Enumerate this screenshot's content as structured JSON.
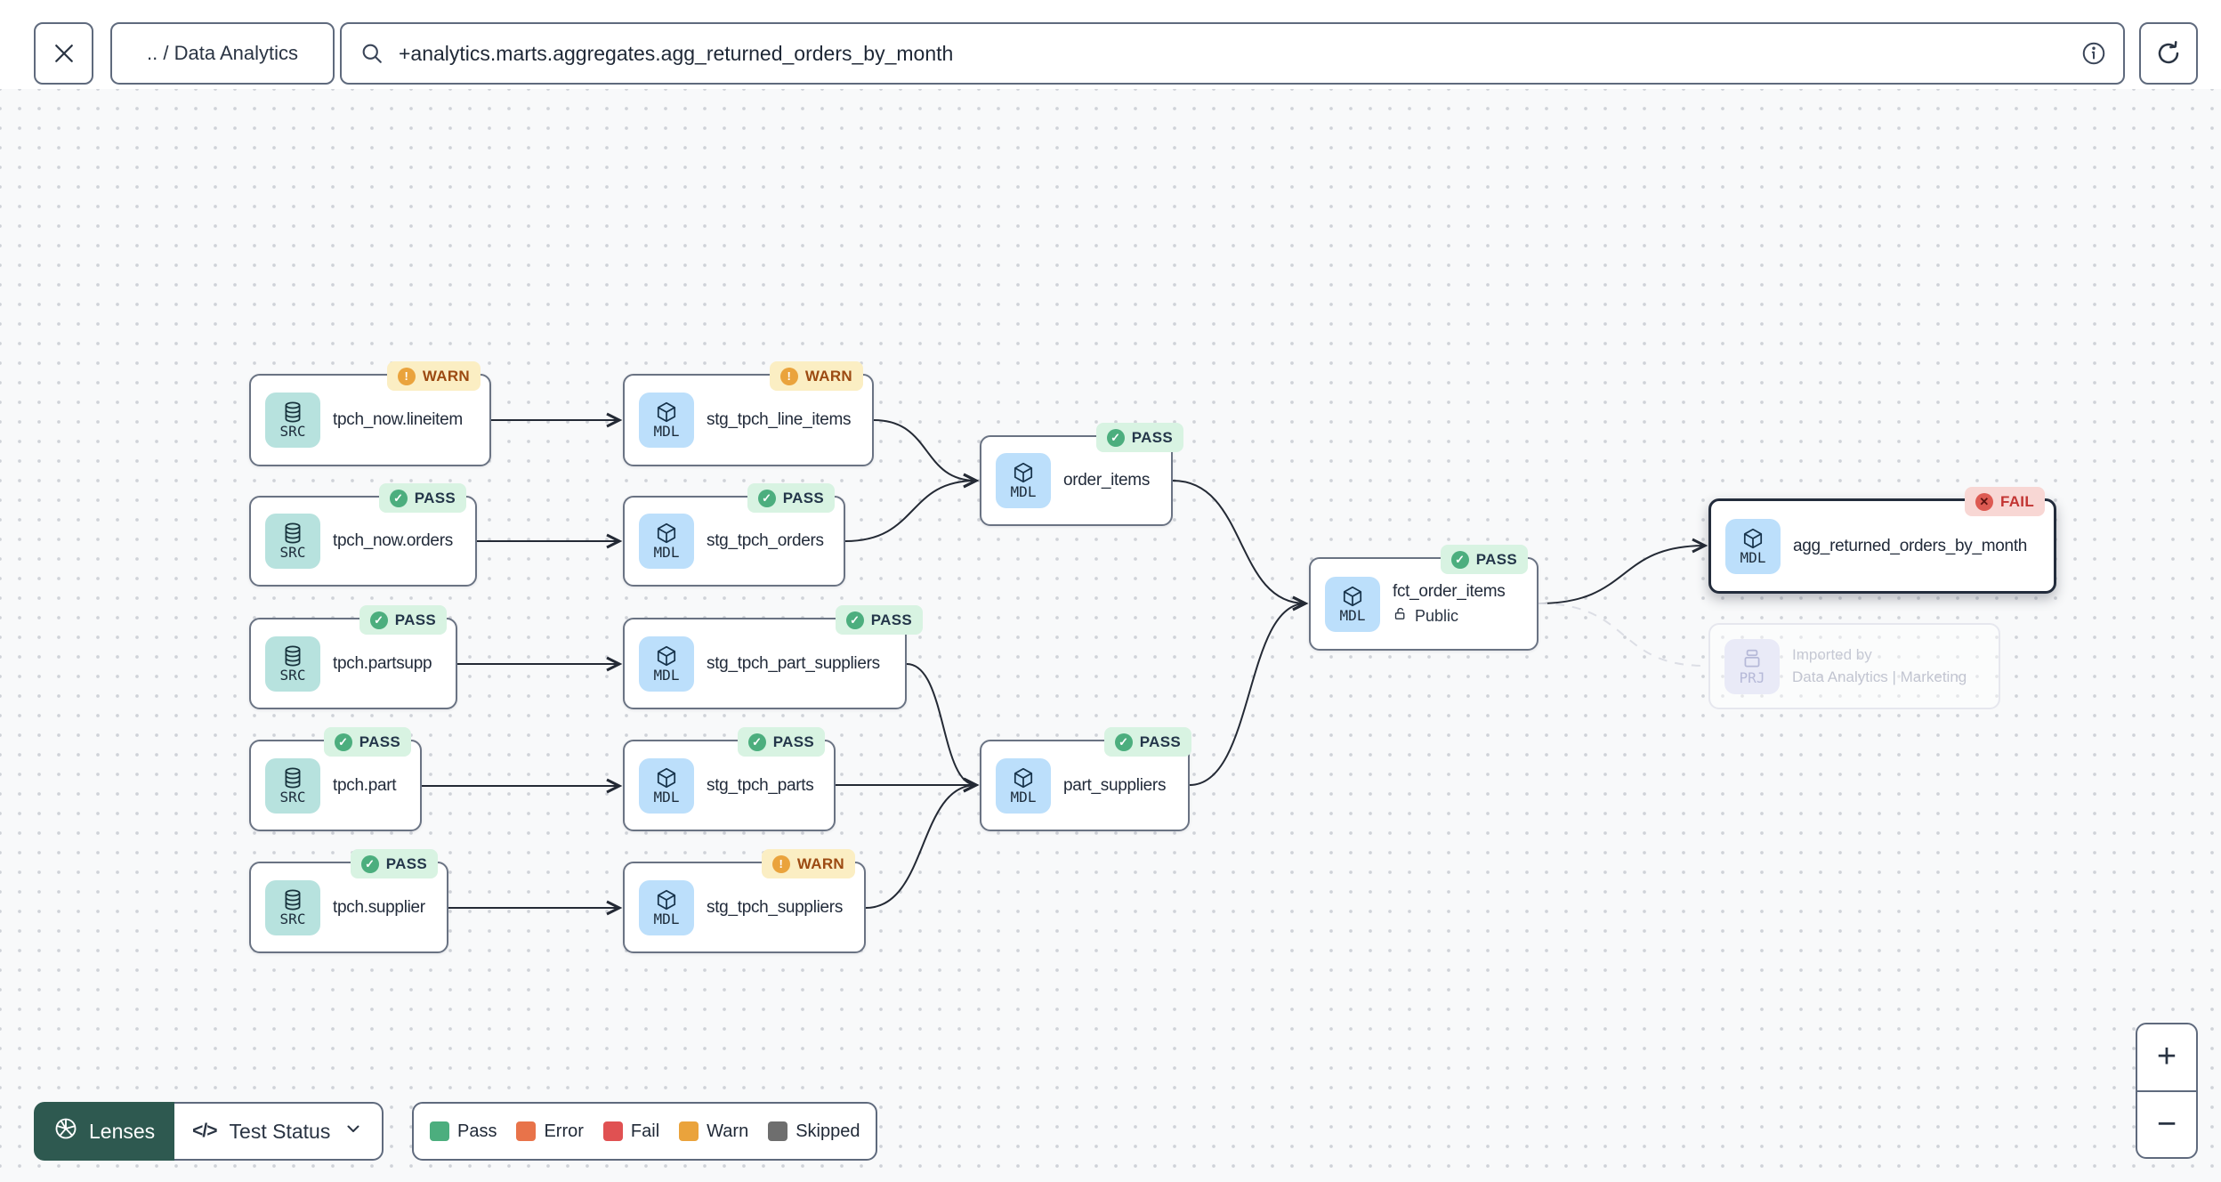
{
  "topbar": {
    "breadcrumb": ".. / Data Analytics",
    "search": {
      "value": "+analytics.marts.aggregates.agg_returned_orders_by_month"
    }
  },
  "graph": {
    "nodes": [
      {
        "type": "SRC",
        "label": "tpch_now.lineitem",
        "status": "WARN"
      },
      {
        "type": "SRC",
        "label": "tpch_now.orders",
        "status": "PASS"
      },
      {
        "type": "SRC",
        "label": "tpch.partsupp",
        "status": "PASS"
      },
      {
        "type": "SRC",
        "label": "tpch.part",
        "status": "PASS"
      },
      {
        "type": "SRC",
        "label": "tpch.supplier",
        "status": "PASS"
      },
      {
        "type": "MDL",
        "label": "stg_tpch_line_items",
        "status": "WARN"
      },
      {
        "type": "MDL",
        "label": "stg_tpch_orders",
        "status": "PASS"
      },
      {
        "type": "MDL",
        "label": "stg_tpch_part_suppliers",
        "status": "PASS"
      },
      {
        "type": "MDL",
        "label": "stg_tpch_parts",
        "status": "PASS"
      },
      {
        "type": "MDL",
        "label": "stg_tpch_suppliers",
        "status": "WARN"
      },
      {
        "type": "MDL",
        "label": "order_items",
        "status": "PASS"
      },
      {
        "type": "MDL",
        "label": "part_suppliers",
        "status": "PASS"
      },
      {
        "type": "MDL",
        "label": "fct_order_items",
        "status": "PASS",
        "access": "Public"
      },
      {
        "type": "MDL",
        "label": "agg_returned_orders_by_month",
        "status": "FAIL",
        "selected": true
      }
    ],
    "ghost_node": {
      "type": "PRJ",
      "line1": "Imported by",
      "line2": "Data Analytics | Marketing"
    }
  },
  "toolbar": {
    "lenses_label": "Lenses",
    "code_icon": "</>",
    "lens_selected": "Test Status"
  },
  "legend": {
    "items": [
      {
        "label": "Pass",
        "color": "#4cae7e"
      },
      {
        "label": "Error",
        "color": "#e8734a"
      },
      {
        "label": "Fail",
        "color": "#e05152"
      },
      {
        "label": "Warn",
        "color": "#eaa33c"
      },
      {
        "label": "Skipped",
        "color": "#6e6e6e"
      }
    ]
  },
  "zoom_controls": {
    "zoom_in": "+",
    "zoom_out": "−"
  },
  "colors": {
    "pass_badge_bg": "#d8f3e2",
    "warn_badge_bg": "#fbeec3",
    "fail_badge_bg": "#f8d7d4",
    "src_icon_bg": "#b7e2de",
    "mdl_icon_bg": "#bcdffb",
    "prj_icon_bg": "#e9eaf7",
    "lenses_bg": "#2e5950",
    "edge": "#242a35",
    "canvas_bg": "#f8f9fa"
  }
}
